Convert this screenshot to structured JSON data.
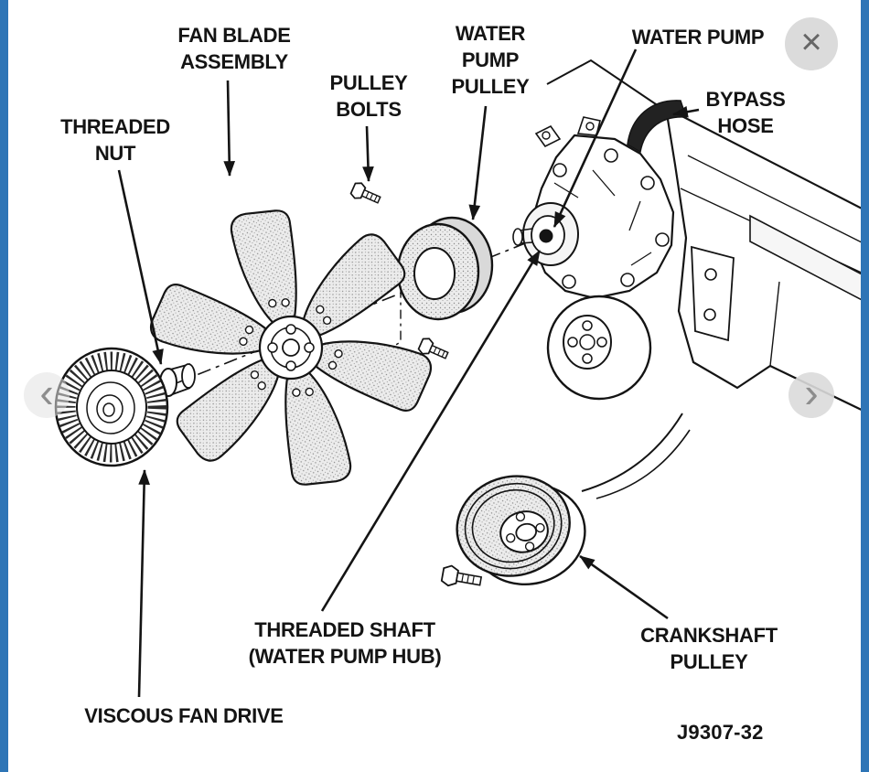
{
  "viewer": {
    "close_glyph": "×",
    "prev_glyph": "‹",
    "next_glyph": "›",
    "accent_border_color": "#2e75b6",
    "ink_color": "#141414"
  },
  "diagram": {
    "code": "J9307-32",
    "labels": {
      "fan_blade_assembly": [
        "FAN BLADE",
        "ASSEMBLY"
      ],
      "pulley_bolts": [
        "PULLEY",
        "BOLTS"
      ],
      "water_pump_pulley": [
        "WATER",
        "PUMP",
        "PULLEY"
      ],
      "water_pump": [
        "WATER PUMP"
      ],
      "bypass_hose": [
        "BYPASS",
        "HOSE"
      ],
      "threaded_nut": [
        "THREADED",
        "NUT"
      ],
      "threaded_shaft": [
        "THREADED SHAFT",
        "(WATER PUMP HUB)"
      ],
      "crankshaft_pulley": [
        "CRANKSHAFT",
        "PULLEY"
      ],
      "viscous_fan_drive": [
        "VISCOUS FAN DRIVE"
      ]
    }
  }
}
